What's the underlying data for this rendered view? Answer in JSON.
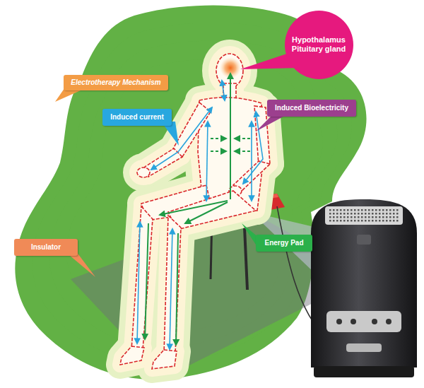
{
  "diagram": {
    "nodes": [
      {
        "text": [
          "Hypothalamus Pituitary gland"
        ]
      },
      {
        "text": [
          "Electrotherapy Mechanism"
        ]
      },
      {
        "text": [
          "Induced Bioelectricity"
        ]
      },
      {
        "text": [
          "Induced current"
        ]
      },
      {
        "text": [
          "Energy Pad"
        ]
      },
      {
        "text": [
          "Insulator"
        ]
      }
    ]
  }
}
